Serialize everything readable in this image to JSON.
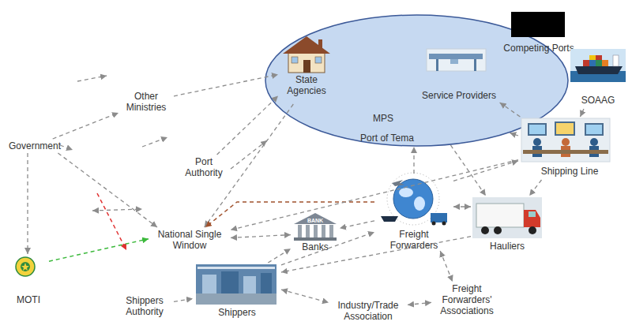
{
  "diagram": {
    "nodes": [
      {
        "text": [
          "MPS",
          "Port of Tema"
        ]
      },
      {
        "text": [
          "State Agencies"
        ],
        "in": 0
      },
      {
        "text": [
          "Service Providers"
        ],
        "in": 0
      },
      {
        "text": [
          "Competing Ports"
        ]
      },
      {
        "text": [
          "SOAAG"
        ]
      },
      {
        "text": [
          "Other Ministries"
        ]
      },
      {
        "text": [
          "Government"
        ]
      },
      {
        "text": [
          "Shipping Line"
        ]
      },
      {
        "text": [
          "Port Authority"
        ]
      },
      {
        "text": [
          "Freight Forwarders"
        ]
      },
      {
        "text": [
          "Hauliers"
        ]
      },
      {
        "text": [
          "National Single Window"
        ]
      },
      {
        "text": [
          "Banks"
        ]
      },
      {
        "text": [
          "MOTI"
        ]
      },
      {
        "text": [
          "Shippers Authority"
        ]
      },
      {
        "text": [
          "Shippers"
        ]
      },
      {
        "text": [
          "Industry/Trade Association"
        ]
      },
      {
        "text": [
          "Freight Forwarders' Associations"
        ]
      }
    ],
    "edges": [
      {
        "from": 5,
        "to": 1,
        "arrow": "to"
      },
      {
        "from": 6,
        "to": 5,
        "arrow": "to"
      },
      {
        "from": 6,
        "to": 13,
        "arrow": "to"
      },
      {
        "from": 6,
        "to": 11,
        "arrow": "to"
      },
      {
        "from": 8,
        "to": 1,
        "arrow": "to"
      },
      {
        "from": 1,
        "to": 11,
        "arrow": "to"
      },
      {
        "from": 13,
        "to": 11,
        "arrow": "to"
      },
      {
        "from": 9,
        "to": 11,
        "arrow": "to"
      },
      {
        "from": 7,
        "to": 11,
        "arrow": "to"
      },
      {
        "from": 4,
        "to": 7,
        "arrow": "to"
      },
      {
        "from": 7,
        "to": 2,
        "arrow": "to"
      },
      {
        "from": 7,
        "to": 0,
        "arrow": "to"
      },
      {
        "from": 7,
        "to": 10,
        "arrow": "to"
      },
      {
        "from": 9,
        "to": 7,
        "arrow": "to"
      },
      {
        "from": 0,
        "to": 10,
        "arrow": "to"
      },
      {
        "from": 9,
        "to": 0,
        "arrow": "to"
      },
      {
        "from": 9,
        "to": 10,
        "arrow": "both"
      },
      {
        "from": 9,
        "to": 12,
        "arrow": "to"
      },
      {
        "from": 11,
        "to": 12,
        "arrow": "both"
      },
      {
        "from": 15,
        "to": 12,
        "arrow": "to"
      },
      {
        "from": 10,
        "to": 15,
        "arrow": "to"
      },
      {
        "from": 15,
        "to": 9,
        "arrow": "to"
      },
      {
        "from": 15,
        "to": 16,
        "arrow": "both"
      },
      {
        "from": 9,
        "to": 17,
        "arrow": "both"
      },
      {
        "from": 16,
        "to": 17,
        "arrow": "both"
      },
      {
        "from": 14,
        "to": 15,
        "arrow": "to"
      }
    ],
    "labels": [
      "BANK"
    ]
  }
}
